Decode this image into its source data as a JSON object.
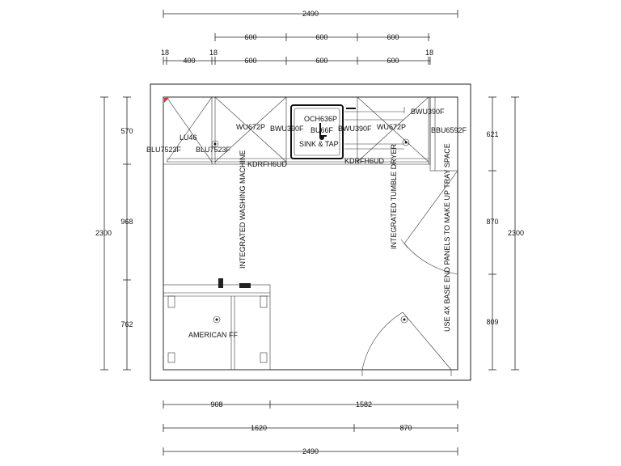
{
  "dimensions": {
    "top_total": "2490",
    "top_row2": [
      "600",
      "600",
      "600"
    ],
    "top_row3": [
      "18",
      "400",
      "18",
      "600",
      "600",
      "600",
      "18"
    ],
    "left_total": "2300",
    "left_segments": [
      "570",
      "968",
      "762"
    ],
    "right_total": "2300",
    "right_segments": [
      "621",
      "870",
      "809"
    ],
    "bottom_row1": [
      "908",
      "1582"
    ],
    "bottom_row2": [
      "1620",
      "870"
    ],
    "bottom_total": "2490"
  },
  "labels": {
    "lu46": "LU46",
    "blu7523f_a": "BLU7523F",
    "blu7523f_b": "BLU7523F",
    "wu672p_a": "WU672P",
    "bwu390f_a": "BWU390F",
    "kdrfh6ud_a": "KDRFH6UD",
    "och636p": "OCH636P",
    "bu66f": "BU66F",
    "sink_tap": "SINK & TAP",
    "bwu390f_b": "BWU390F",
    "wu672p_b": "WU672P",
    "kdrfh6ud_b": "KDRFH6UD",
    "bwu390f_c": "BWU390F",
    "bbu6592f": "BBU6592F",
    "washing_machine": "INTEGRATED WASHING MACHINE",
    "tumble_dryer": "INTEGRATED TUMBLE DRYER",
    "end_panels": "USE 4X BASE END PANELS TO MAKE UP TRAY SPACE",
    "american_ff": "AMERICAN FF"
  }
}
